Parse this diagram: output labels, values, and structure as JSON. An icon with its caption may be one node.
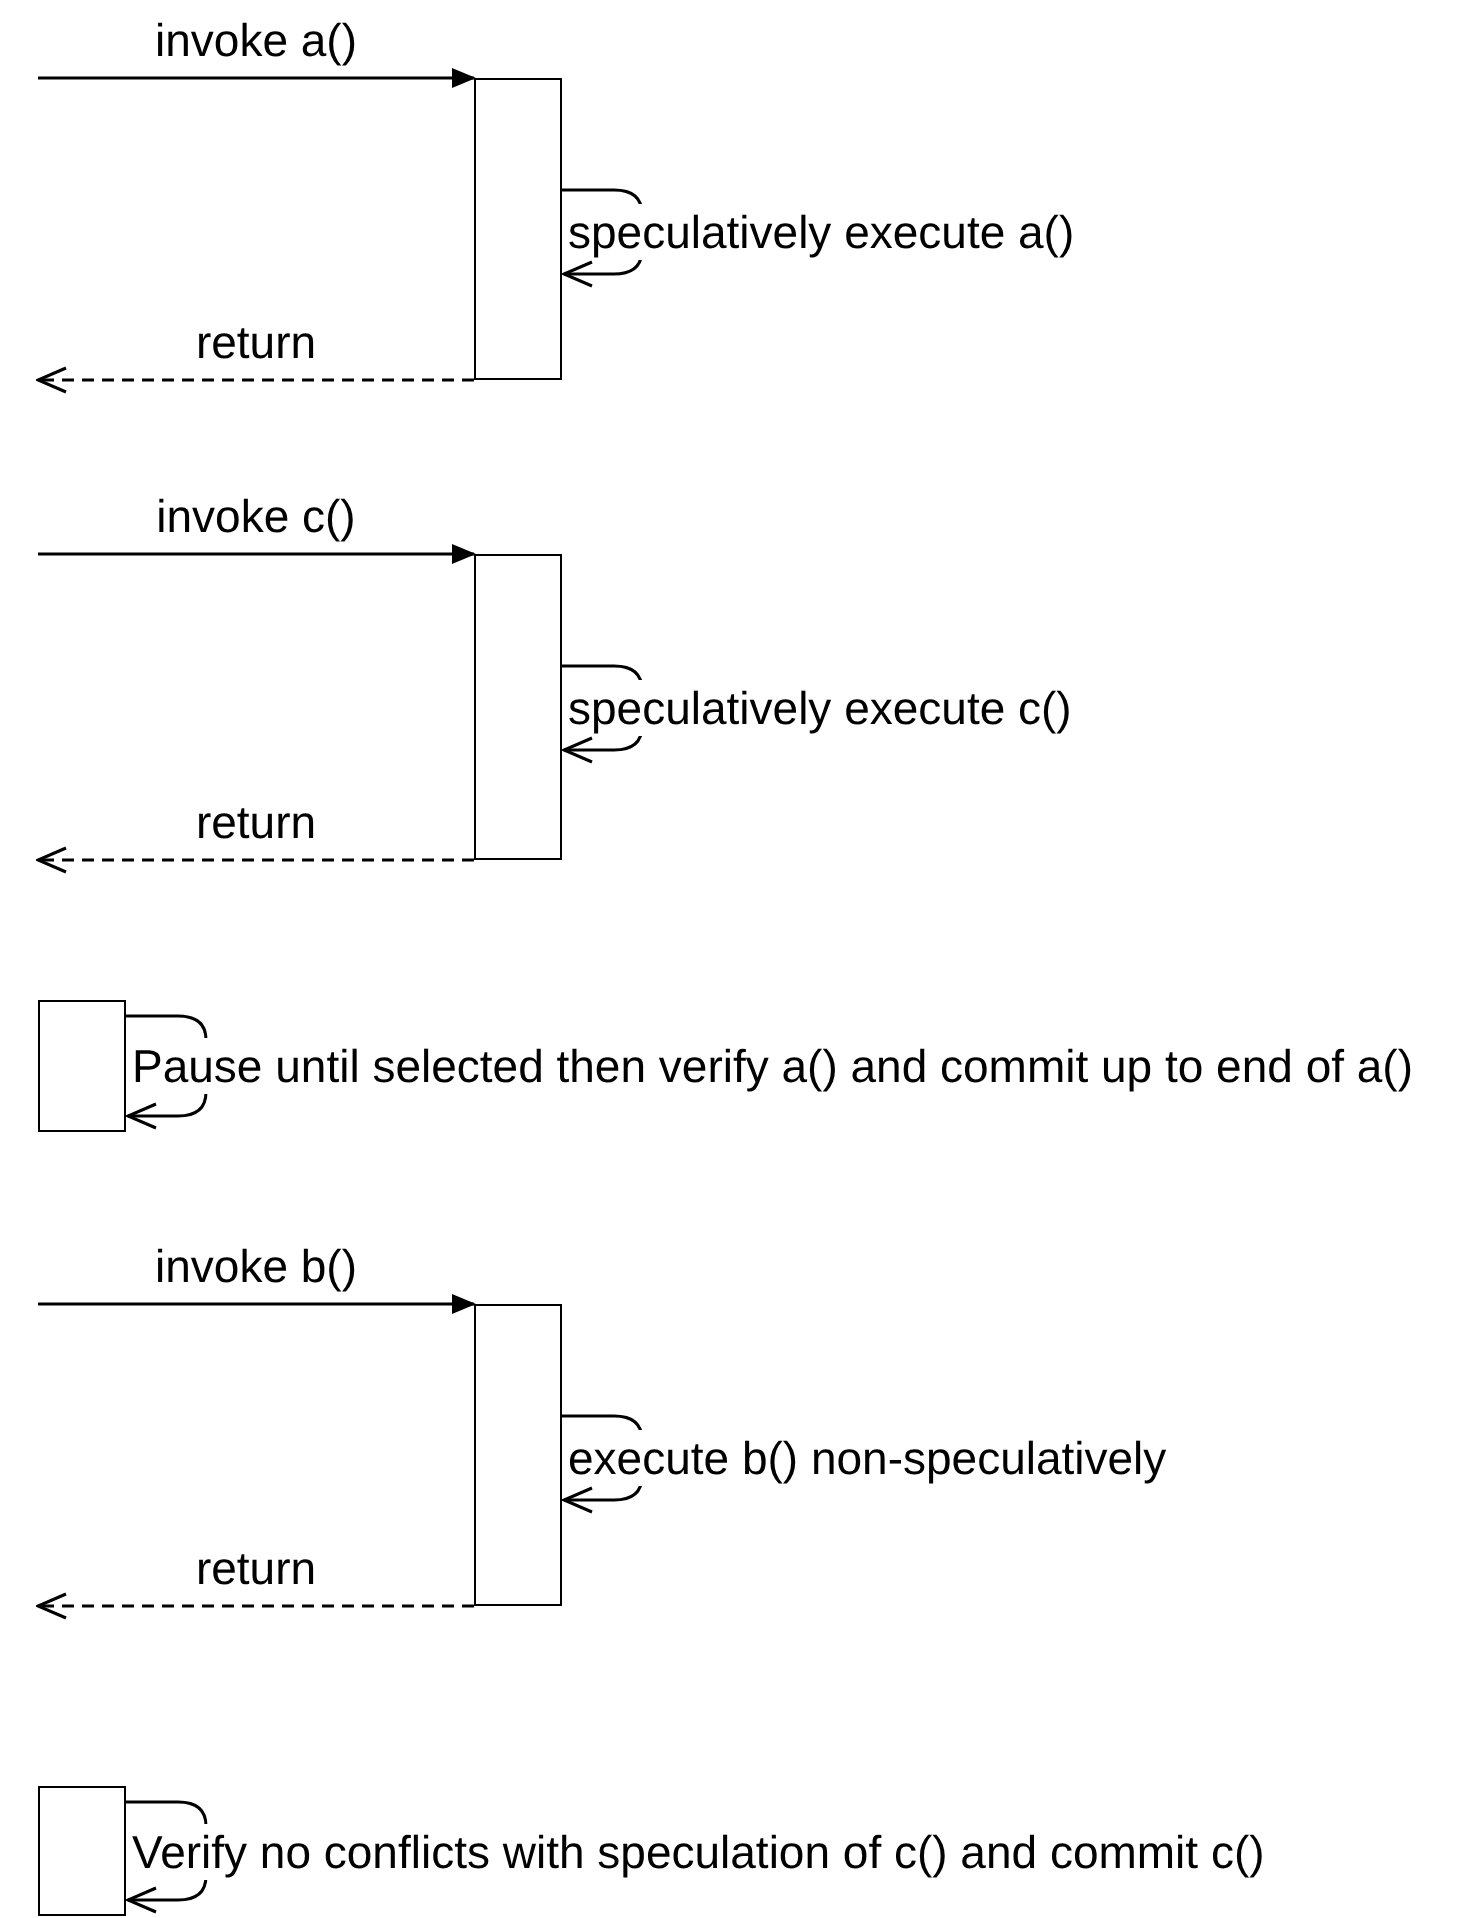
{
  "diagram": {
    "nodes": [
      {
        "text": [],
        "shape": "box"
      },
      {
        "text": [],
        "shape": "box"
      },
      {
        "text": [],
        "shape": "box"
      },
      {
        "text": [],
        "shape": "box"
      },
      {
        "text": [],
        "shape": "box"
      }
    ],
    "edges": [
      {
        "from": null,
        "to": 0,
        "arrow": "to",
        "label": "invoke a()"
      },
      {
        "from": 0,
        "to": 0,
        "arrow": "to",
        "label": "speculatively execute a()"
      },
      {
        "from": 0,
        "to": null,
        "arrow": "to",
        "label": "return",
        "style": "dashed"
      },
      {
        "from": null,
        "to": 1,
        "arrow": "to",
        "label": "invoke c()"
      },
      {
        "from": 1,
        "to": 1,
        "arrow": "to",
        "label": "speculatively execute c()"
      },
      {
        "from": 1,
        "to": null,
        "arrow": "to",
        "label": "return",
        "style": "dashed"
      },
      {
        "from": 2,
        "to": 2,
        "arrow": "to",
        "label": "Pause until selected then verify a() and commit up to end of a()"
      },
      {
        "from": null,
        "to": 3,
        "arrow": "to",
        "label": "invoke b()"
      },
      {
        "from": 3,
        "to": 3,
        "arrow": "to",
        "label": "execute b() non-speculatively"
      },
      {
        "from": 3,
        "to": null,
        "arrow": "to",
        "label": "return",
        "style": "dashed"
      },
      {
        "from": 4,
        "to": 4,
        "arrow": "to",
        "label": "Verify no conflicts with speculation of c() and commit c()"
      }
    ]
  }
}
